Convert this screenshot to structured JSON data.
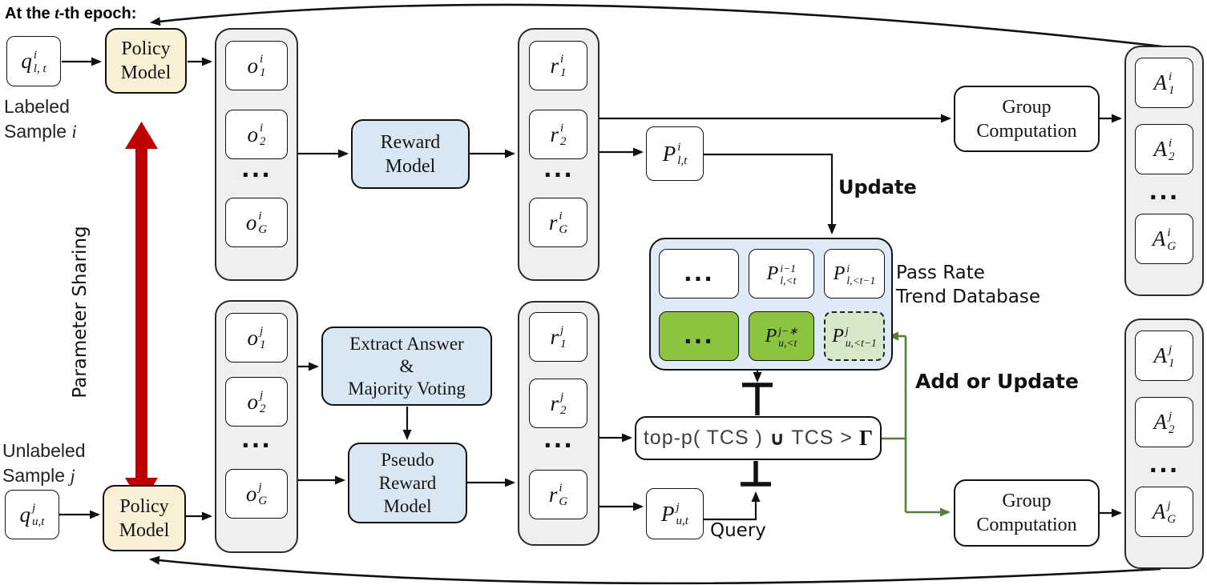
{
  "header": {
    "prefix": "At the ",
    "var": "t",
    "suffix": "-th epoch:"
  },
  "labels": {
    "labeled_line1": "Labeled",
    "labeled_line2": "Sample ",
    "labeled_var": "i",
    "unlabeled_line1": "Unlabeled",
    "unlabeled_line2": "Sample ",
    "unlabeled_var": "j",
    "parameter_sharing": "Parameter Sharing",
    "update": "Update",
    "add_or_update": "Add or Update",
    "query": "Query",
    "pass_rate_db_line1": "Pass Rate",
    "pass_rate_db_line2": "Trend Database",
    "dots": "..."
  },
  "boxes": {
    "policy_top": {
      "line1": "Policy",
      "line2": "Model"
    },
    "policy_bottom": {
      "line1": "Policy",
      "line2": "Model"
    },
    "reward": {
      "line1": "Reward",
      "line2": "Model"
    },
    "extract": {
      "line1": "Extract Answer",
      "line2": "&",
      "line3": "Majority Voting"
    },
    "pseudo": {
      "line1": "Pseudo",
      "line2": "Reward",
      "line3": "Model"
    },
    "group_top": {
      "line1": "Group",
      "line2": "Computation"
    },
    "group_bottom": {
      "line1": "Group",
      "line2": "Computation"
    },
    "topp": {
      "seg1": "top-p( TCS )",
      "union": "∪",
      "seg2": "TCS >",
      "gamma": "Γ"
    }
  },
  "math": {
    "q_i": {
      "base": "q",
      "sup": "i",
      "sub": "l, t"
    },
    "q_j": {
      "base": "q",
      "sup": "j",
      "sub": "u,t"
    },
    "p_l": {
      "base": "P",
      "sup": "i",
      "sub": "l,t"
    },
    "p_u": {
      "base": "P",
      "sup": "j",
      "sub": "u,t"
    },
    "o_i": [
      {
        "base": "o",
        "sup": "i",
        "sub": "1"
      },
      {
        "base": "o",
        "sup": "i",
        "sub": "2"
      },
      {
        "base": "o",
        "sup": "i",
        "sub": "G"
      }
    ],
    "o_j": [
      {
        "base": "o",
        "sup": "j",
        "sub": "1"
      },
      {
        "base": "o",
        "sup": "j",
        "sub": "2"
      },
      {
        "base": "o",
        "sup": "j",
        "sub": "G"
      }
    ],
    "r_i": [
      {
        "base": "r",
        "sup": "i",
        "sub": "1"
      },
      {
        "base": "r",
        "sup": "i",
        "sub": "2"
      },
      {
        "base": "r",
        "sup": "i",
        "sub": "G"
      }
    ],
    "r_j": [
      {
        "base": "r",
        "sup": "j",
        "sub": "1"
      },
      {
        "base": "r",
        "sup": "j",
        "sub": "2"
      },
      {
        "base": "r",
        "sup": "i",
        "sub": "G"
      }
    ],
    "a_i": [
      {
        "base": "A",
        "sup": "i",
        "sub": "1"
      },
      {
        "base": "A",
        "sup": "i",
        "sub": "2"
      },
      {
        "base": "A",
        "sup": "i",
        "sub": "G"
      }
    ],
    "a_j": [
      {
        "base": "A",
        "sup": "j",
        "sub": "1"
      },
      {
        "base": "A",
        "sup": "j",
        "sub": "2"
      },
      {
        "base": "A",
        "sup": "j",
        "sub": "G"
      }
    ]
  },
  "database": {
    "row1": [
      {
        "base": "P",
        "sup": "i−1",
        "sub": "l,<t"
      },
      {
        "base": "P",
        "sup": "i",
        "sub": "l,<t−1"
      }
    ],
    "row2": [
      {
        "base": "P",
        "sup": "j−∗",
        "sub": "u,<t"
      },
      {
        "base": "P",
        "sup": "j",
        "sub": "u,<t−1"
      }
    ]
  },
  "colors": {
    "policy_fill": "#FAF0D5",
    "model_blue": "#D9E7F3",
    "database_fill": "#DEEAF6",
    "green_solid": "#8BC53F",
    "green_light": "#D6E7CA",
    "red_arrow": "#C00000",
    "green_line": "#538135"
  }
}
